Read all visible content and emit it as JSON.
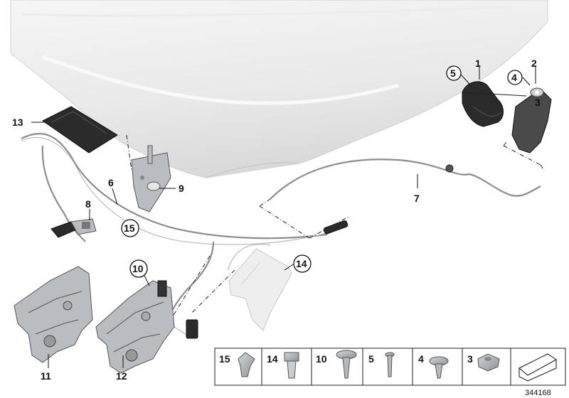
{
  "callouts": [
    {
      "id": "c1",
      "label": "1"
    },
    {
      "id": "c2",
      "label": "2"
    },
    {
      "id": "c3",
      "label": "3"
    },
    {
      "id": "c4",
      "label": "4"
    },
    {
      "id": "c5",
      "label": "5"
    },
    {
      "id": "c6",
      "label": "6"
    },
    {
      "id": "c7",
      "label": "7"
    },
    {
      "id": "c8",
      "label": "8"
    },
    {
      "id": "c9",
      "label": "9"
    },
    {
      "id": "c10",
      "label": "10"
    },
    {
      "id": "c11",
      "label": "11"
    },
    {
      "id": "c12",
      "label": "12"
    },
    {
      "id": "c13",
      "label": "13"
    },
    {
      "id": "c14",
      "label": "14"
    },
    {
      "id": "c15",
      "label": "15"
    }
  ],
  "legend_items": [
    "15",
    "14",
    "10",
    "5",
    "4",
    "3"
  ],
  "diagram_number": "344168"
}
